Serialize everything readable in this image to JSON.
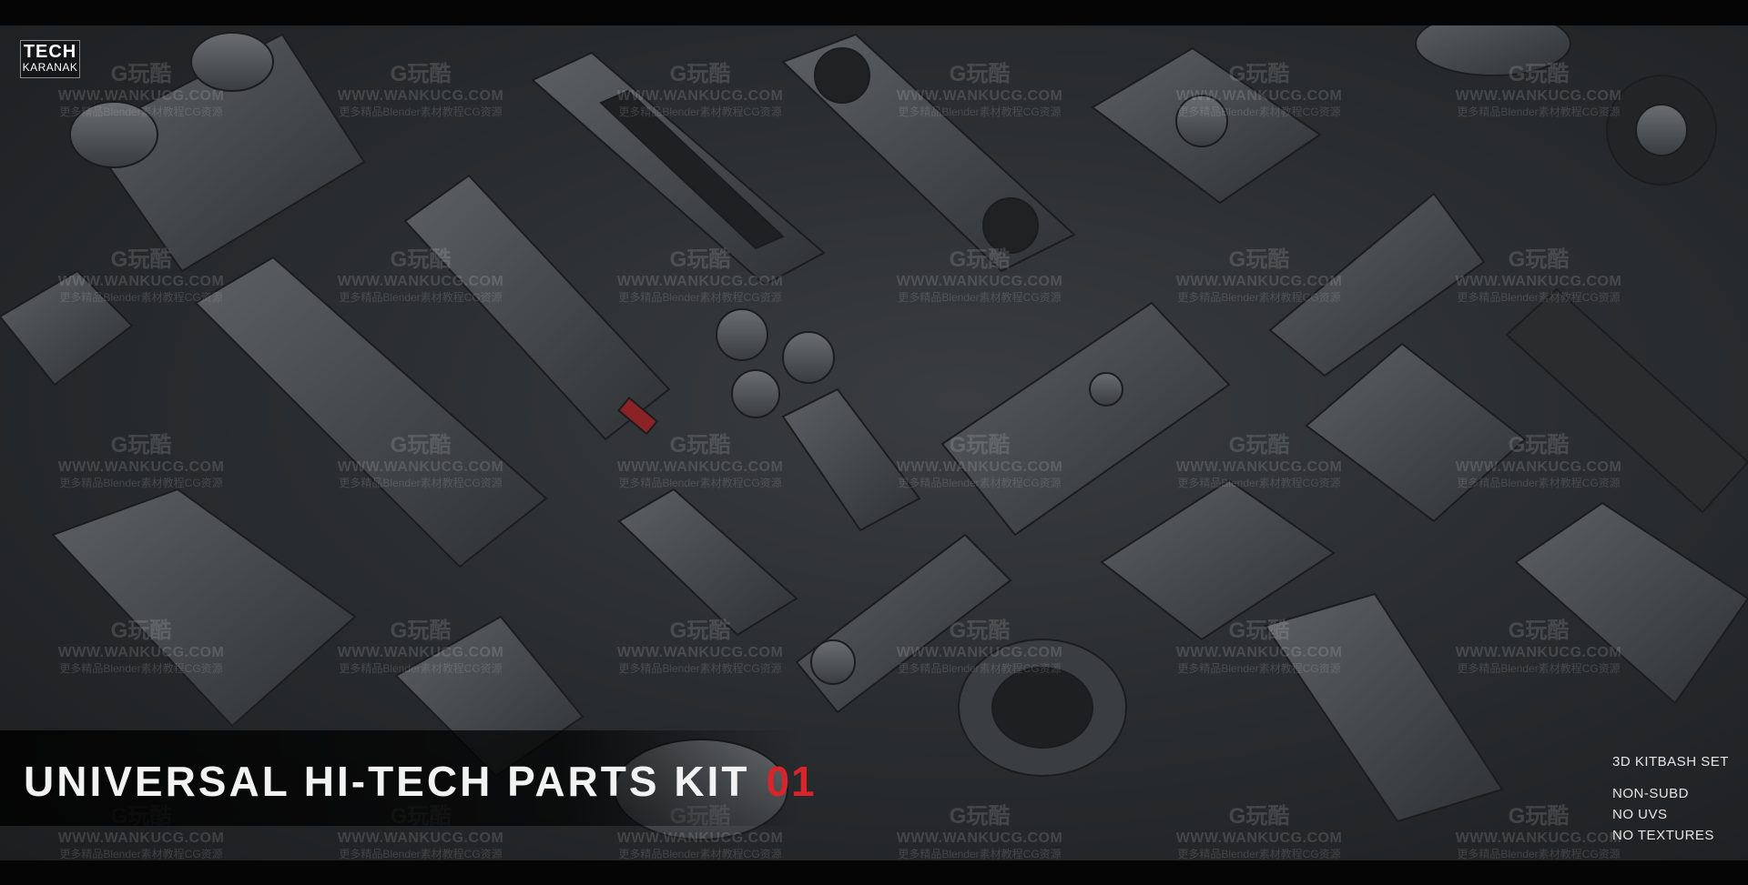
{
  "logo": {
    "line1": "TECH",
    "line2": "KARANAK"
  },
  "title": {
    "main": "UNIVERSAL HI-TECH PARTS KIT",
    "number": "01",
    "number_color": "#d8242b"
  },
  "specs": {
    "heading": "3D KITBASH SET",
    "items": [
      "NON-SUBD",
      "NO UVS",
      "NO TEXTURES"
    ]
  },
  "watermark": {
    "brand": "G玩酷",
    "url": "WWW.WANKUCG.COM",
    "subtitle": "更多精品Blender素材教程CG资源"
  },
  "colors": {
    "background": "#2b2e30",
    "letterbox": "#050505",
    "accent": "#d8242b",
    "text": "#f2f2f2"
  }
}
